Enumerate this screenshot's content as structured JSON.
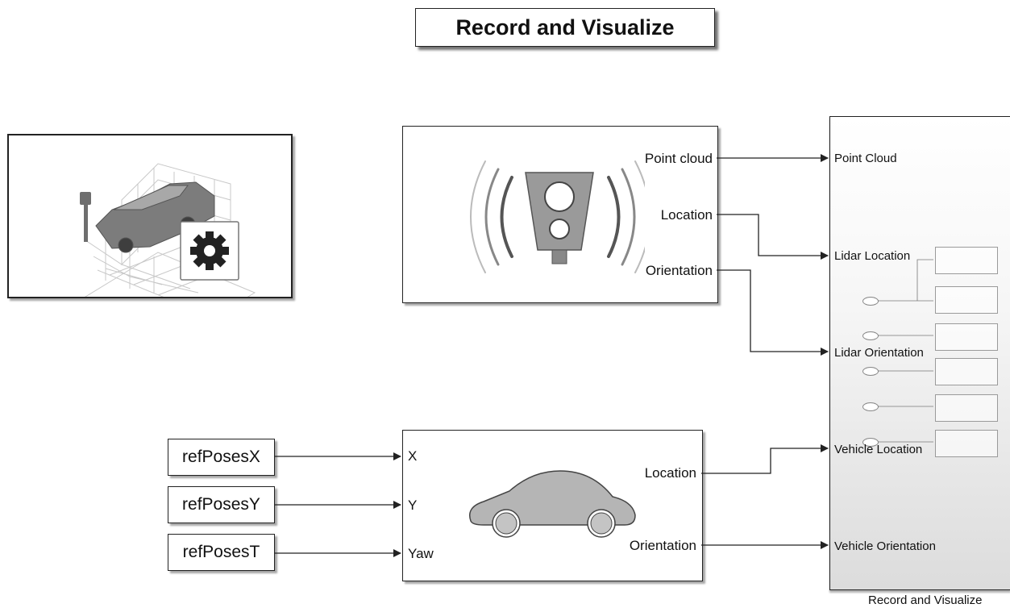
{
  "title": "Record and Visualize",
  "scene_config_block": {
    "icon": "gear-icon"
  },
  "lidar_block": {
    "icon": "lidar-sensor-icon",
    "outputs": [
      "Point cloud",
      "Location",
      "Orientation"
    ]
  },
  "vehicle_block": {
    "icon": "car-icon",
    "inputs": [
      "X",
      "Y",
      "Yaw"
    ],
    "outputs": [
      "Location",
      "Orientation"
    ]
  },
  "constants": [
    "refPosesX",
    "refPosesY",
    "refPosesT"
  ],
  "record_visualize_block": {
    "inputs": [
      "Point Cloud",
      "Lidar Location",
      "Lidar Orientation",
      "Vehicle Location",
      "Vehicle Orientation"
    ],
    "caption": "Record and Visualize"
  },
  "colors": {
    "wire": "#222222",
    "block_border": "#222222",
    "icon_gray": "#8a8a8a"
  }
}
